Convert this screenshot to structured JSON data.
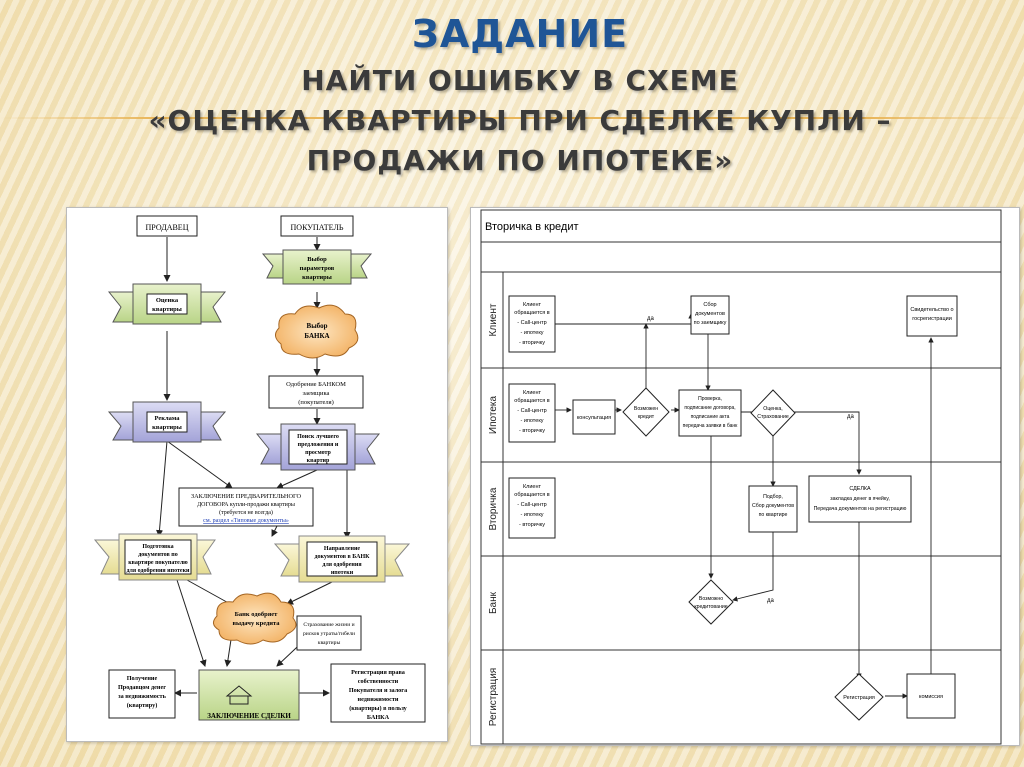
{
  "slide": {
    "title": "ЗАДАНИЕ",
    "subtitle_lines": [
      "НАЙТИ ОШИБКУ В СХЕМЕ",
      "«ОЦЕНКА КВАРТИРЫ ПРИ СДЕЛКЕ КУПЛИ –",
      "ПРОДАЖИ ПО ИПОТЕКЕ»"
    ]
  },
  "left_flowchart": {
    "seller": "ПРОДАВЕЦ",
    "buyer": "ПОКУПАТЕЛЬ",
    "choose_params": [
      "Выбор",
      "параметров",
      "квартиры"
    ],
    "evaluation": [
      "Оценка",
      "квартиры"
    ],
    "choose_bank": [
      "Выбор",
      "БАНКА"
    ],
    "bank_approval": [
      "Одобрение БАНКОМ",
      "заемщика",
      "(покупателя)"
    ],
    "advertising": [
      "Реклама",
      "квартиры"
    ],
    "search": [
      "Поиск лучшего",
      "предложения и",
      "просмотр",
      "квартир"
    ],
    "preliminary": [
      "ЗАКЛЮЧЕНИЕ ПРЕДВАРИТЕЛЬНОГО",
      "ДОГОВОРА купли-продажи квартиры",
      "(требуется не всегда)"
    ],
    "preliminary_link": "см. раздел «Типовые документы»",
    "prepare_docs": [
      "Подготовка",
      "документов по",
      "квартире покупателю",
      "для одобрения ипотеки"
    ],
    "send_docs": [
      "Направление",
      "документов в БАНК",
      "для одобрения",
      "ипотеки"
    ],
    "loan_approved": [
      "Банк одобряет",
      "выдачу кредита"
    ],
    "insurance": [
      "Страхование жизни и",
      "рисков утраты/гибели",
      "квартиры"
    ],
    "receive_money": [
      "Получение",
      "Продавцом денег",
      "за недвижимость",
      "(квартиру)"
    ],
    "deal": "ЗАКЛЮЧЕНИЕ СДЕЛКИ",
    "registration": [
      "Регистрация права",
      "собственности",
      "Покупателя и залога",
      "недвижимости",
      "(квартиры) в пользу",
      "БАНКА"
    ]
  },
  "right_swimlane": {
    "title": "Вторичка в кредит",
    "lanes": [
      "Клиент",
      "Ипотека",
      "Вторичка",
      "Банк",
      "Регистрация"
    ],
    "client_call": [
      "Клиент",
      "обращается в",
      "- Call-центр",
      "- ипотеку",
      "- вторичку"
    ],
    "collect_docs": [
      "Сбор",
      "документов",
      "по заемщику"
    ],
    "certificate": [
      "Свидетельство о",
      "госрегистрации"
    ],
    "consultation": "консультация",
    "credit_possible": [
      "Возможен",
      "кредит"
    ],
    "check": [
      "Проверка,",
      "подписание договора,",
      "подписание акта",
      "передача заявки в банк"
    ],
    "evaluation_insurance": [
      "Оценка,",
      "Страхование"
    ],
    "select_docs": [
      "Подбор,",
      "Сбор документов",
      "по квартире"
    ],
    "deal": [
      "СДЕЛКА",
      "закладка денег в ячейку,",
      "Передача документов на регистрацию"
    ],
    "bank_decision": [
      "Возможно",
      "кредитование"
    ],
    "registration": "Регистрация",
    "commission": "комиссия",
    "yes": "да"
  }
}
